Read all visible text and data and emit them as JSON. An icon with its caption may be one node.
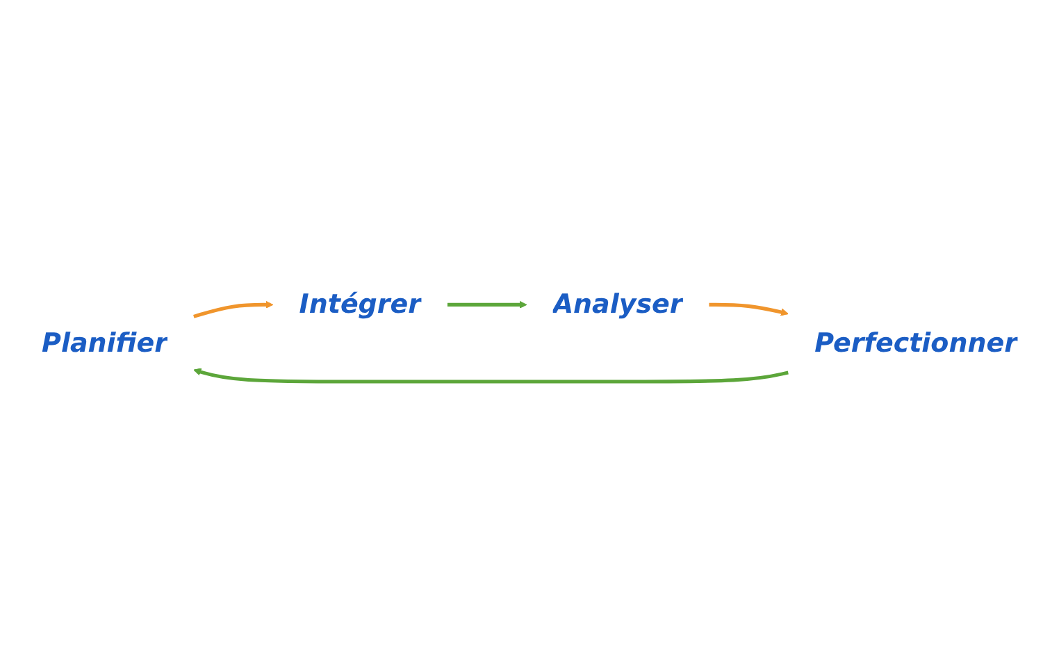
{
  "diagram": {
    "nodes": [
      {
        "text": [
          "Planifier"
        ]
      },
      {
        "text": [
          "Intégrer"
        ]
      },
      {
        "text": [
          "Analyser"
        ]
      },
      {
        "text": [
          "Perfectionner"
        ]
      }
    ],
    "edges": [
      {
        "from": 0,
        "to": 1,
        "arrow": "to",
        "color": "#f0952c"
      },
      {
        "from": 1,
        "to": 2,
        "arrow": "to",
        "color": "#5ca63a"
      },
      {
        "from": 2,
        "to": 3,
        "arrow": "to",
        "color": "#f0952c"
      },
      {
        "from": 3,
        "to": 0,
        "arrow": "to",
        "color": "#5ca63a"
      }
    ]
  }
}
